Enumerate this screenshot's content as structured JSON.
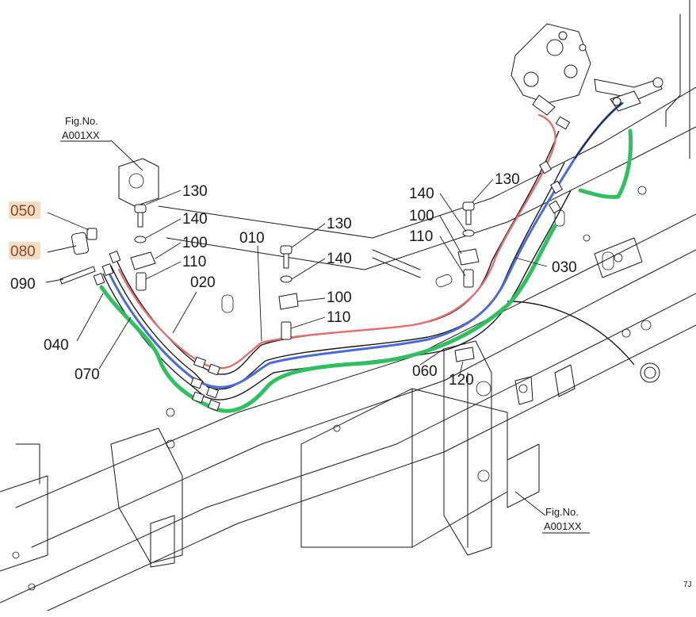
{
  "figure_refs": [
    {
      "line1": "Fig.No.",
      "line2": "A001XX"
    },
    {
      "line1": "Fig.No.",
      "line2": "A001XX"
    }
  ],
  "part_labels": {
    "p050": "050",
    "p080": "080",
    "p090": "090",
    "p040": "040",
    "p070": "070",
    "p020": "020",
    "p010": "010",
    "p130a": "130",
    "p140a": "140",
    "p100a": "100",
    "p110a": "110",
    "p130b": "130",
    "p140b": "140",
    "p100b": "100",
    "p110b": "110",
    "p140c": "140",
    "p100c": "100",
    "p110c": "110",
    "p130c": "130",
    "p030": "030",
    "p060": "060",
    "p120": "120"
  },
  "highlighted_labels": [
    "050",
    "080"
  ],
  "hose_colors": {
    "red": "#e0706e",
    "blue": "#4a6bd8",
    "green": "#2fc060",
    "highlight": "#f6d7b8"
  },
  "page_code": "7J"
}
